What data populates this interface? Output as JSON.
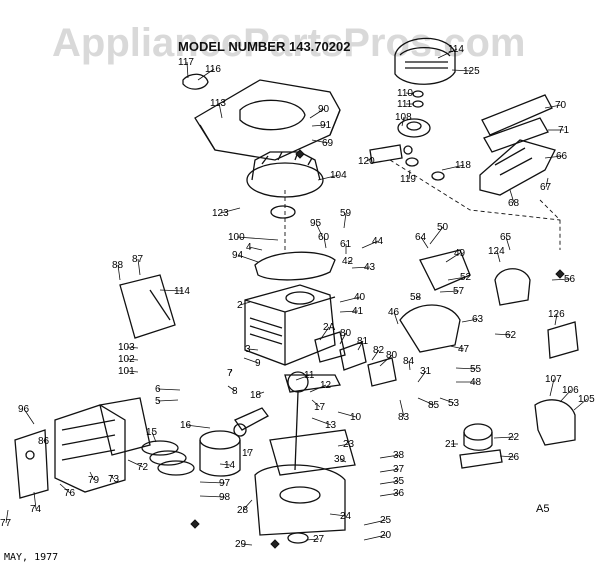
{
  "watermark": "AppliancePartsPros.com",
  "model_header": "MODEL NUMBER 143.70202",
  "footer_date": "MAY, 1977",
  "page_code": "A5",
  "callouts": [
    "117",
    "116",
    "113",
    "90",
    "91",
    "69",
    "114",
    "125",
    "110",
    "111",
    "108",
    "70",
    "71",
    "66",
    "67",
    "68",
    "118",
    "119",
    "120",
    "104",
    "123",
    "100",
    "95",
    "59",
    "60",
    "61",
    "44",
    "4",
    "42",
    "43",
    "94",
    "64",
    "50",
    "49",
    "124",
    "65",
    "56",
    "88",
    "87",
    "114",
    "2",
    "40",
    "41",
    "52",
    "57",
    "58",
    "126",
    "46",
    "63",
    "62",
    "2A",
    "80",
    "81",
    "82",
    "3",
    "103",
    "102",
    "101",
    "9",
    "7",
    "6",
    "5",
    "8",
    "11",
    "12",
    "18",
    "13",
    "17",
    "10",
    "80",
    "84",
    "83",
    "31",
    "55",
    "48",
    "85",
    "53",
    "47",
    "107",
    "106",
    "105",
    "96",
    "86",
    "16",
    "15",
    "14",
    "17",
    "23",
    "38",
    "39",
    "37",
    "35",
    "36",
    "21",
    "22",
    "26",
    "72",
    "79",
    "73",
    "76",
    "74",
    "97",
    "98",
    "28",
    "24",
    "25",
    "20",
    "29",
    "27",
    "77"
  ]
}
